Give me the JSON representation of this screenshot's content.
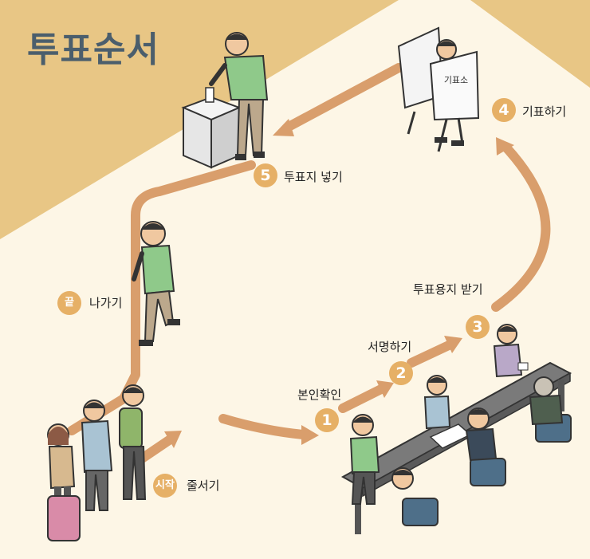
{
  "title": "투표순서",
  "colors": {
    "background": "#fdf6e6",
    "band": "#e8c685",
    "arrow": "#d99e6c",
    "badge": "#e6b066",
    "title": "#4b5e6c"
  },
  "steps": [
    {
      "badge": "시작",
      "label": "줄서기"
    },
    {
      "badge": "1",
      "label": "본인확인"
    },
    {
      "badge": "2",
      "label": "서명하기"
    },
    {
      "badge": "3",
      "label": "투표용지 받기"
    },
    {
      "badge": "4",
      "label": "기표하기"
    },
    {
      "badge": "5",
      "label": "투표지 넣기"
    },
    {
      "badge": "끝",
      "label": "나가기"
    }
  ],
  "booth_sign": "기표소"
}
